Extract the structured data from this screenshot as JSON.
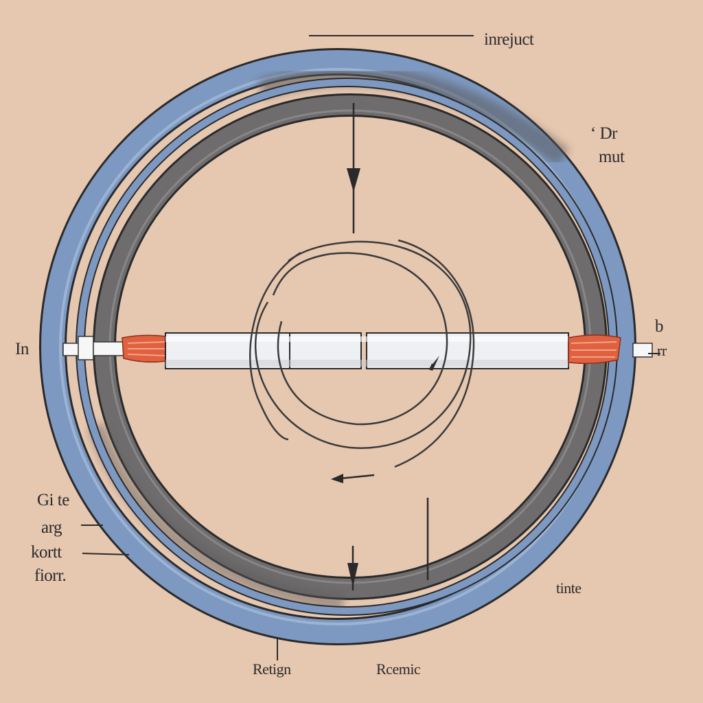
{
  "colors": {
    "background": "#e6c7b0",
    "outer_ring": "#7d99c2",
    "inner_ring": "#6e6c6c",
    "conductor_insulation": "#eef0f3",
    "wire_strands": "#e0613f",
    "coil_wire": "#3a3a3a"
  },
  "labels": {
    "top_right": "inrejuct",
    "right_tick": "‘ Dr",
    "right": "mut",
    "left_mid": "In",
    "right_mid_1": "b",
    "right_mid_2": "rr",
    "left_1": "Gi te",
    "left_2": "arg",
    "left_3": "kortt",
    "left_4": "fiorr.",
    "bottom_right": "tinte",
    "bottom_1": "Retign",
    "bottom_2": "Rcemic"
  }
}
